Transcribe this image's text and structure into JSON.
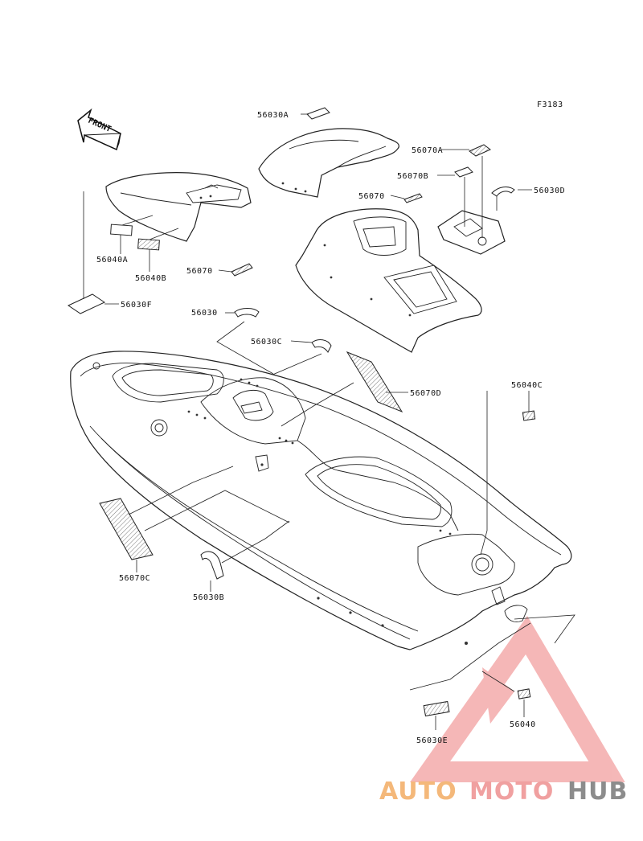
{
  "figure_code": "F3183",
  "front_label": "FRONT",
  "parts": {
    "p56030A": "56030A",
    "p56070A": "56070A",
    "p56070B": "56070B",
    "p56070_top": "56070",
    "p56030D": "56030D",
    "p56040A": "56040A",
    "p56040B": "56040B",
    "p56070_mid": "56070",
    "p56030F": "56030F",
    "p56030": "56030",
    "p56030C": "56030C",
    "p56070D": "56070D",
    "p56040C": "56040C",
    "p56070C": "56070C",
    "p56030B": "56030B",
    "p56030E": "56030E",
    "p56040": "56040"
  },
  "watermark": {
    "word_auto": "AUTO",
    "word_moto": "MOTO",
    "word_hub": "HUB",
    "colors": {
      "triangle": "#f2a0a0",
      "auto": "#f4b87a",
      "moto": "#f0a0a0",
      "hub": "#8c8c8c"
    }
  }
}
